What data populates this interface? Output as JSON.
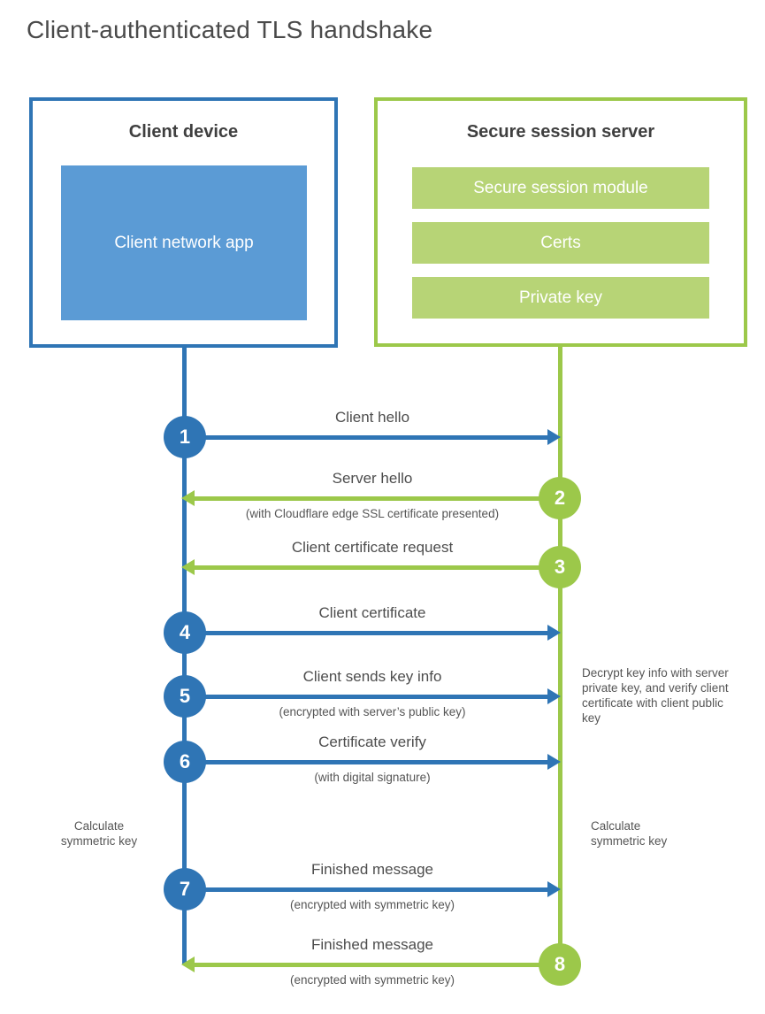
{
  "title": "Client-authenticated TLS handshake",
  "client_box": {
    "title": "Client device",
    "app": "Client network app"
  },
  "server_box": {
    "title": "Secure session server",
    "modules": [
      "Secure session module",
      "Certs",
      "Private key"
    ]
  },
  "steps": [
    {
      "num": "1",
      "from": "client",
      "direction": "right",
      "label": "Client hello",
      "sublabel": ""
    },
    {
      "num": "2",
      "from": "server",
      "direction": "left",
      "label": "Server hello",
      "sublabel": "(with Cloudflare edge SSL certificate presented)"
    },
    {
      "num": "3",
      "from": "server",
      "direction": "left",
      "label": "Client certificate request",
      "sublabel": ""
    },
    {
      "num": "4",
      "from": "client",
      "direction": "right",
      "label": "Client certificate",
      "sublabel": ""
    },
    {
      "num": "5",
      "from": "client",
      "direction": "right",
      "label": "Client sends key info",
      "sublabel": "(encrypted with server’s public key)"
    },
    {
      "num": "6",
      "from": "client",
      "direction": "right",
      "label": "Certificate verify",
      "sublabel": "(with digital signature)"
    },
    {
      "num": "7",
      "from": "client",
      "direction": "right",
      "label": "Finished message",
      "sublabel": "(encrypted with symmetric key)"
    },
    {
      "num": "8",
      "from": "server",
      "direction": "left",
      "label": "Finished message",
      "sublabel": "(encrypted with symmetric key)"
    }
  ],
  "notes": {
    "decrypt_note": "Decrypt key info with server private key, and verify client certificate with client public key",
    "client_calculate": "Calculate symmetric key",
    "server_calculate": "Calculate symmetric key"
  },
  "colors": {
    "blue": "#2F75B5",
    "blue-fill": "#5B9BD5",
    "green": "#9CC84A",
    "green-fill": "#B7D476",
    "text-dark": "#3F3F3F",
    "text-gray": "#4D4D4D"
  }
}
